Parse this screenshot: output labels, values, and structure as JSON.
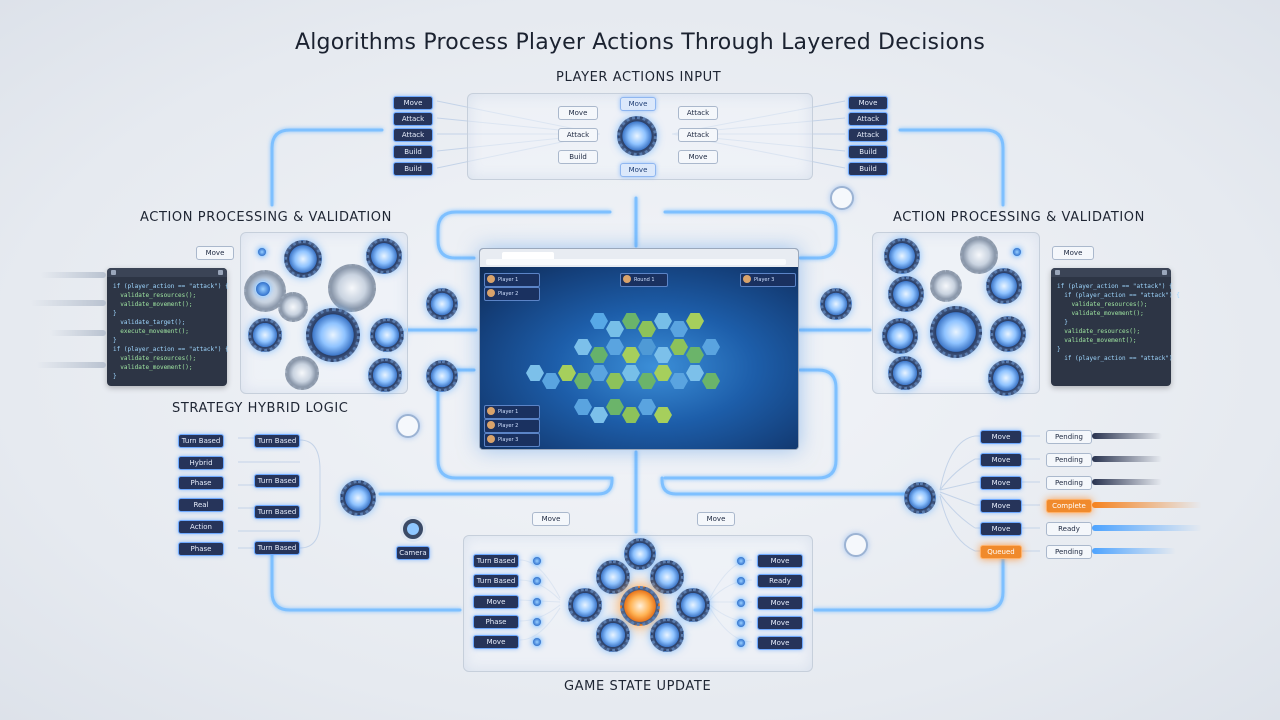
{
  "title": "Algorithms Process Player Actions Through Layered Decisions",
  "sections": {
    "top": "PLAYER ACTIONS INPUT",
    "left": "ACTION PROCESSING & VALIDATION",
    "right": "ACTION PROCESSING & VALIDATION",
    "strategy": "STRATEGY HYBRID LOGIC",
    "bottom": "GAME STATE UPDATE"
  },
  "player_input": {
    "left_list": [
      "Move",
      "Attack",
      "Attack",
      "Build",
      "Build"
    ],
    "right_list": [
      "Move",
      "Attack",
      "Attack",
      "Build",
      "Build"
    ],
    "inner_left": [
      "Move",
      "Attack",
      "Build"
    ],
    "inner_right": [
      "Attack",
      "Attack",
      "Move"
    ],
    "inner_top": "Move",
    "inner_bottom": "Move"
  },
  "left_processing": {
    "output_label": "Move"
  },
  "right_processing": {
    "output_label": "Move"
  },
  "code_left": [
    "if (player_action == \"attack\") {",
    "  validate_resources();",
    "  validate_movement();",
    "}",
    "",
    "  validate_target();",
    "  execute_movement();",
    "}",
    "if (player_action == \"attack\") {",
    "  validate_resources();",
    "  validate_movement();",
    "}"
  ],
  "code_right": [
    "if (player_action == \"attack\") {",
    "",
    "  if (player_action == \"attack\") {",
    "    validate_resources();",
    "    validate_movement();",
    "  }",
    "  validate_resources();",
    "  validate_movement();",
    "}",
    "",
    "  if (player_action == \"attack\")"
  ],
  "strategy": {
    "left_items": [
      "Turn Based",
      "Hybrid",
      "Phase",
      "Real",
      "Action",
      "Phase"
    ],
    "right_items": [
      "Turn Based",
      "Turn Based",
      "Turn Based",
      "Turn Based"
    ]
  },
  "realtime": {
    "left_items": [
      "Move",
      "Move",
      "Move",
      "Move",
      "Move"
    ],
    "highlight_item": "Queued",
    "status_items": [
      "Pending",
      "Pending",
      "Pending",
      "Complete",
      "Ready",
      "Pending"
    ]
  },
  "game_state": {
    "left_items": [
      "Turn Based",
      "Turn Based",
      "Move",
      "Phase",
      "Move"
    ],
    "right_items": [
      "Move",
      "Ready",
      "Move",
      "Move",
      "Move"
    ]
  },
  "mid_labels": {
    "left": "Move",
    "right": "Move"
  },
  "camera_label": "Camera",
  "screen": {
    "players_left": [
      "Player 1",
      "Player 2"
    ],
    "players_right": [
      "Player 3"
    ],
    "players_bottom": [
      "Player 1",
      "Player 2",
      "Player 3"
    ],
    "hud_top": "Round 1"
  },
  "colors": {
    "accent": "#4da3ff",
    "highlight": "#f08a2c",
    "dark_pill": "#26345a"
  }
}
